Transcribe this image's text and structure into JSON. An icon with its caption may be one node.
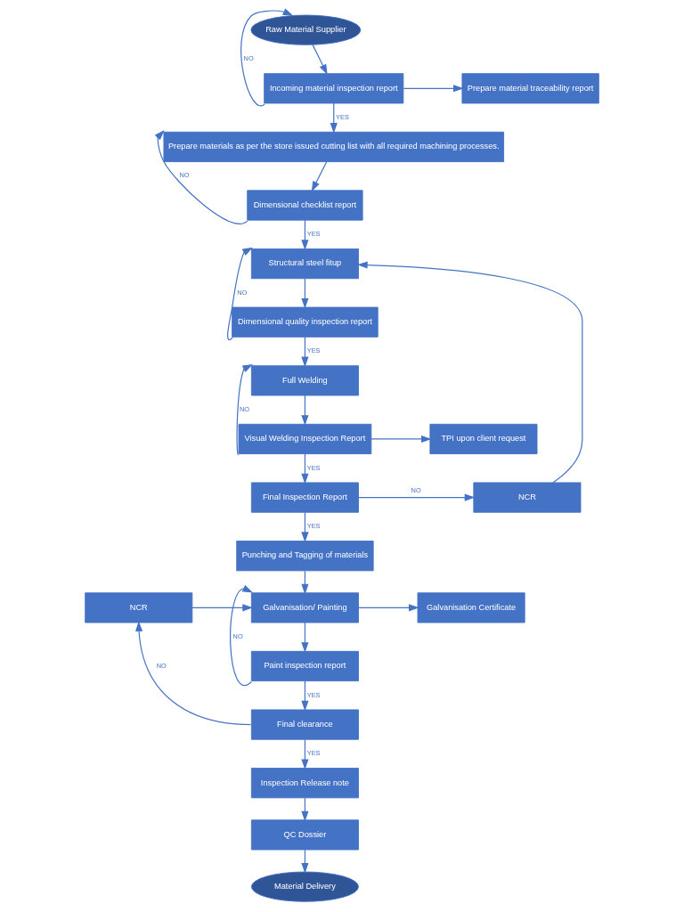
{
  "diagram": {
    "nodes": [
      {
        "text": [
          "Raw Material Supplier"
        ]
      },
      {
        "text": [
          "Incoming material inspection report"
        ]
      },
      {
        "text": [
          "Prepare material traceability report"
        ]
      },
      {
        "text": [
          "Prepare materials as per the store issued cutting list with all required machining processes."
        ]
      },
      {
        "text": [
          "Dimensional checklist report"
        ]
      },
      {
        "text": [
          "Structural steel fitup"
        ]
      },
      {
        "text": [
          "Dimensional quality inspection report"
        ]
      },
      {
        "text": [
          "Full Welding"
        ]
      },
      {
        "text": [
          "Visual Welding Inspection Report"
        ]
      },
      {
        "text": [
          "TPI upon client request"
        ]
      },
      {
        "text": [
          "NCR"
        ]
      },
      {
        "text": [
          "Final Inspection Report"
        ]
      },
      {
        "text": [
          "Punching and Tagging of materials"
        ]
      },
      {
        "text": [
          "NCR"
        ]
      },
      {
        "text": [
          "Galvanisation/ Painting"
        ]
      },
      {
        "text": [
          "Galvanisation Certificate"
        ]
      },
      {
        "text": [
          "Paint inspection report"
        ]
      },
      {
        "text": [
          "Final clearance"
        ]
      },
      {
        "text": [
          "Inspection Release note"
        ]
      },
      {
        "text": [
          "QC Dossier"
        ]
      },
      {
        "text": [
          "Material Delivery"
        ]
      }
    ],
    "edges": [
      {
        "from": 0,
        "to": 1,
        "arrow": "to"
      },
      {
        "from": 1,
        "to": 0,
        "arrow": "to",
        "label": "NO"
      },
      {
        "from": 1,
        "to": 3,
        "arrow": "to",
        "label": "YES"
      },
      {
        "from": 1,
        "to": 2,
        "arrow": "to"
      },
      {
        "from": 3,
        "to": 4,
        "arrow": "to"
      },
      {
        "from": 4,
        "to": 3,
        "arrow": "to",
        "label": "NO"
      },
      {
        "from": 4,
        "to": 5,
        "arrow": "to",
        "label": "YES"
      },
      {
        "from": 5,
        "to": 6,
        "arrow": "to"
      },
      {
        "from": 6,
        "to": 5,
        "arrow": "to",
        "label": "NO"
      },
      {
        "from": 6,
        "to": 7,
        "arrow": "to",
        "label": "YES"
      },
      {
        "from": 7,
        "to": 8,
        "arrow": "to"
      },
      {
        "from": 8,
        "to": 7,
        "arrow": "to",
        "label": "NO"
      },
      {
        "from": 8,
        "to": 9,
        "arrow": "to"
      },
      {
        "from": 8,
        "to": 11,
        "arrow": "to",
        "label": "YES"
      },
      {
        "from": 11,
        "to": 10,
        "arrow": "to",
        "label": "NO"
      },
      {
        "from": 10,
        "to": 5,
        "arrow": "to"
      },
      {
        "from": 11,
        "to": 12,
        "arrow": "to",
        "label": "YES"
      },
      {
        "from": 12,
        "to": 14,
        "arrow": "to"
      },
      {
        "from": 13,
        "to": 14,
        "arrow": "to"
      },
      {
        "from": 14,
        "to": 15,
        "arrow": "to"
      },
      {
        "from": 14,
        "to": 16,
        "arrow": "to"
      },
      {
        "from": 16,
        "to": 14,
        "arrow": "to",
        "label": "NO"
      },
      {
        "from": 16,
        "to": 17,
        "arrow": "to",
        "label": "YES"
      },
      {
        "from": 17,
        "to": 13,
        "arrow": "to",
        "label": "NO"
      },
      {
        "from": 17,
        "to": 18,
        "arrow": "to",
        "label": "YES"
      },
      {
        "from": 18,
        "to": 19,
        "arrow": "to"
      },
      {
        "from": 19,
        "to": 20,
        "arrow": "to"
      }
    ]
  }
}
